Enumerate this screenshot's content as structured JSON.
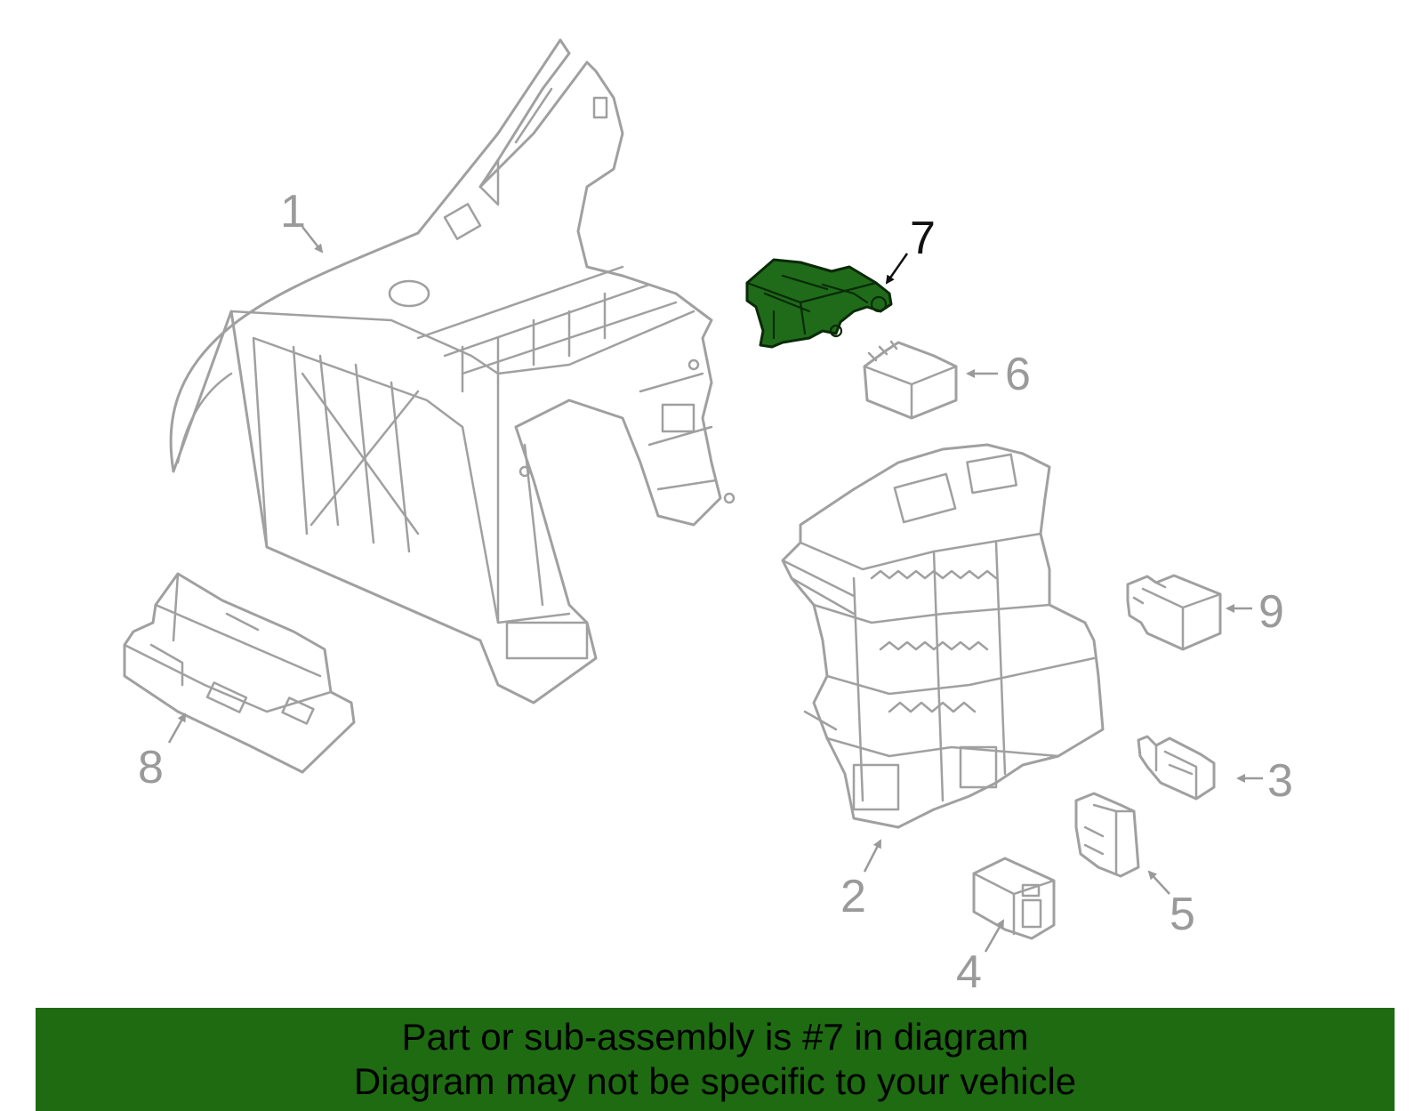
{
  "diagram": {
    "highlight_color": "#1f6b1a",
    "part_outline_color": "#a0a0a0",
    "callouts": [
      {
        "label": "1",
        "part": "fuse-box-bracket"
      },
      {
        "label": "2",
        "part": "fuse-box-assembly"
      },
      {
        "label": "3",
        "part": "fuse"
      },
      {
        "label": "4",
        "part": "fuse"
      },
      {
        "label": "5",
        "part": "fuse"
      },
      {
        "label": "6",
        "part": "relay"
      },
      {
        "label": "7",
        "part": "bracket",
        "highlighted": true
      },
      {
        "label": "8",
        "part": "cover"
      },
      {
        "label": "9",
        "part": "relay"
      }
    ]
  },
  "banner": {
    "color": "#1e6b12",
    "line1": "Part or sub-assembly is #7 in diagram",
    "line2": "Diagram may not be specific to your vehicle"
  }
}
